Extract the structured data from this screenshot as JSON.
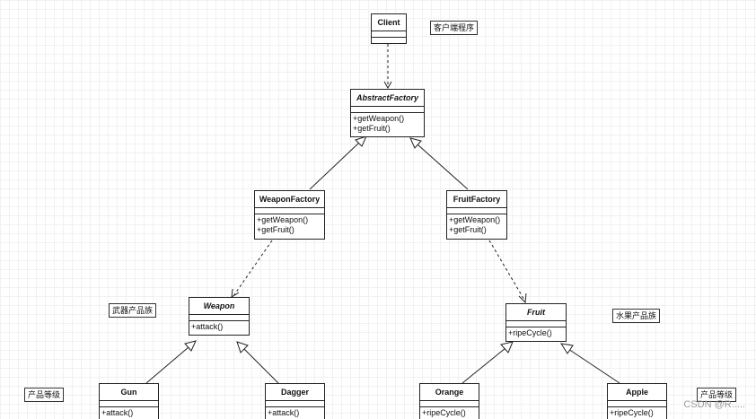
{
  "classes": {
    "client": {
      "name": "Client",
      "operations": []
    },
    "abstract_factory": {
      "name": "AbstractFactory",
      "operations": [
        "+getWeapon()",
        "+getFruit()"
      ]
    },
    "weapon_factory": {
      "name": "WeaponFactory",
      "operations": [
        "+getWeapon()",
        "+getFruit()"
      ]
    },
    "fruit_factory": {
      "name": "FruitFactory",
      "operations": [
        "+getWeapon()",
        "+getFruit()"
      ]
    },
    "weapon": {
      "name": "Weapon",
      "operations": [
        "+attack()"
      ]
    },
    "fruit": {
      "name": "Fruit",
      "operations": [
        "+ripeCycle()"
      ]
    },
    "gun": {
      "name": "Gun",
      "operations": [
        "+attack()"
      ]
    },
    "dagger": {
      "name": "Dagger",
      "operations": [
        "+attack()"
      ]
    },
    "orange": {
      "name": "Orange",
      "operations": [
        "+ripeCycle()"
      ]
    },
    "apple": {
      "name": "Apple",
      "operations": [
        "+ripeCycle()"
      ]
    }
  },
  "notes": {
    "client_note": "客户端程序",
    "weapon_family_note": "武器产品族",
    "fruit_family_note": "水果产品族",
    "left_level_note": "产品等级",
    "right_level_note": "产品等级"
  },
  "watermark": "CSDN @R....."
}
